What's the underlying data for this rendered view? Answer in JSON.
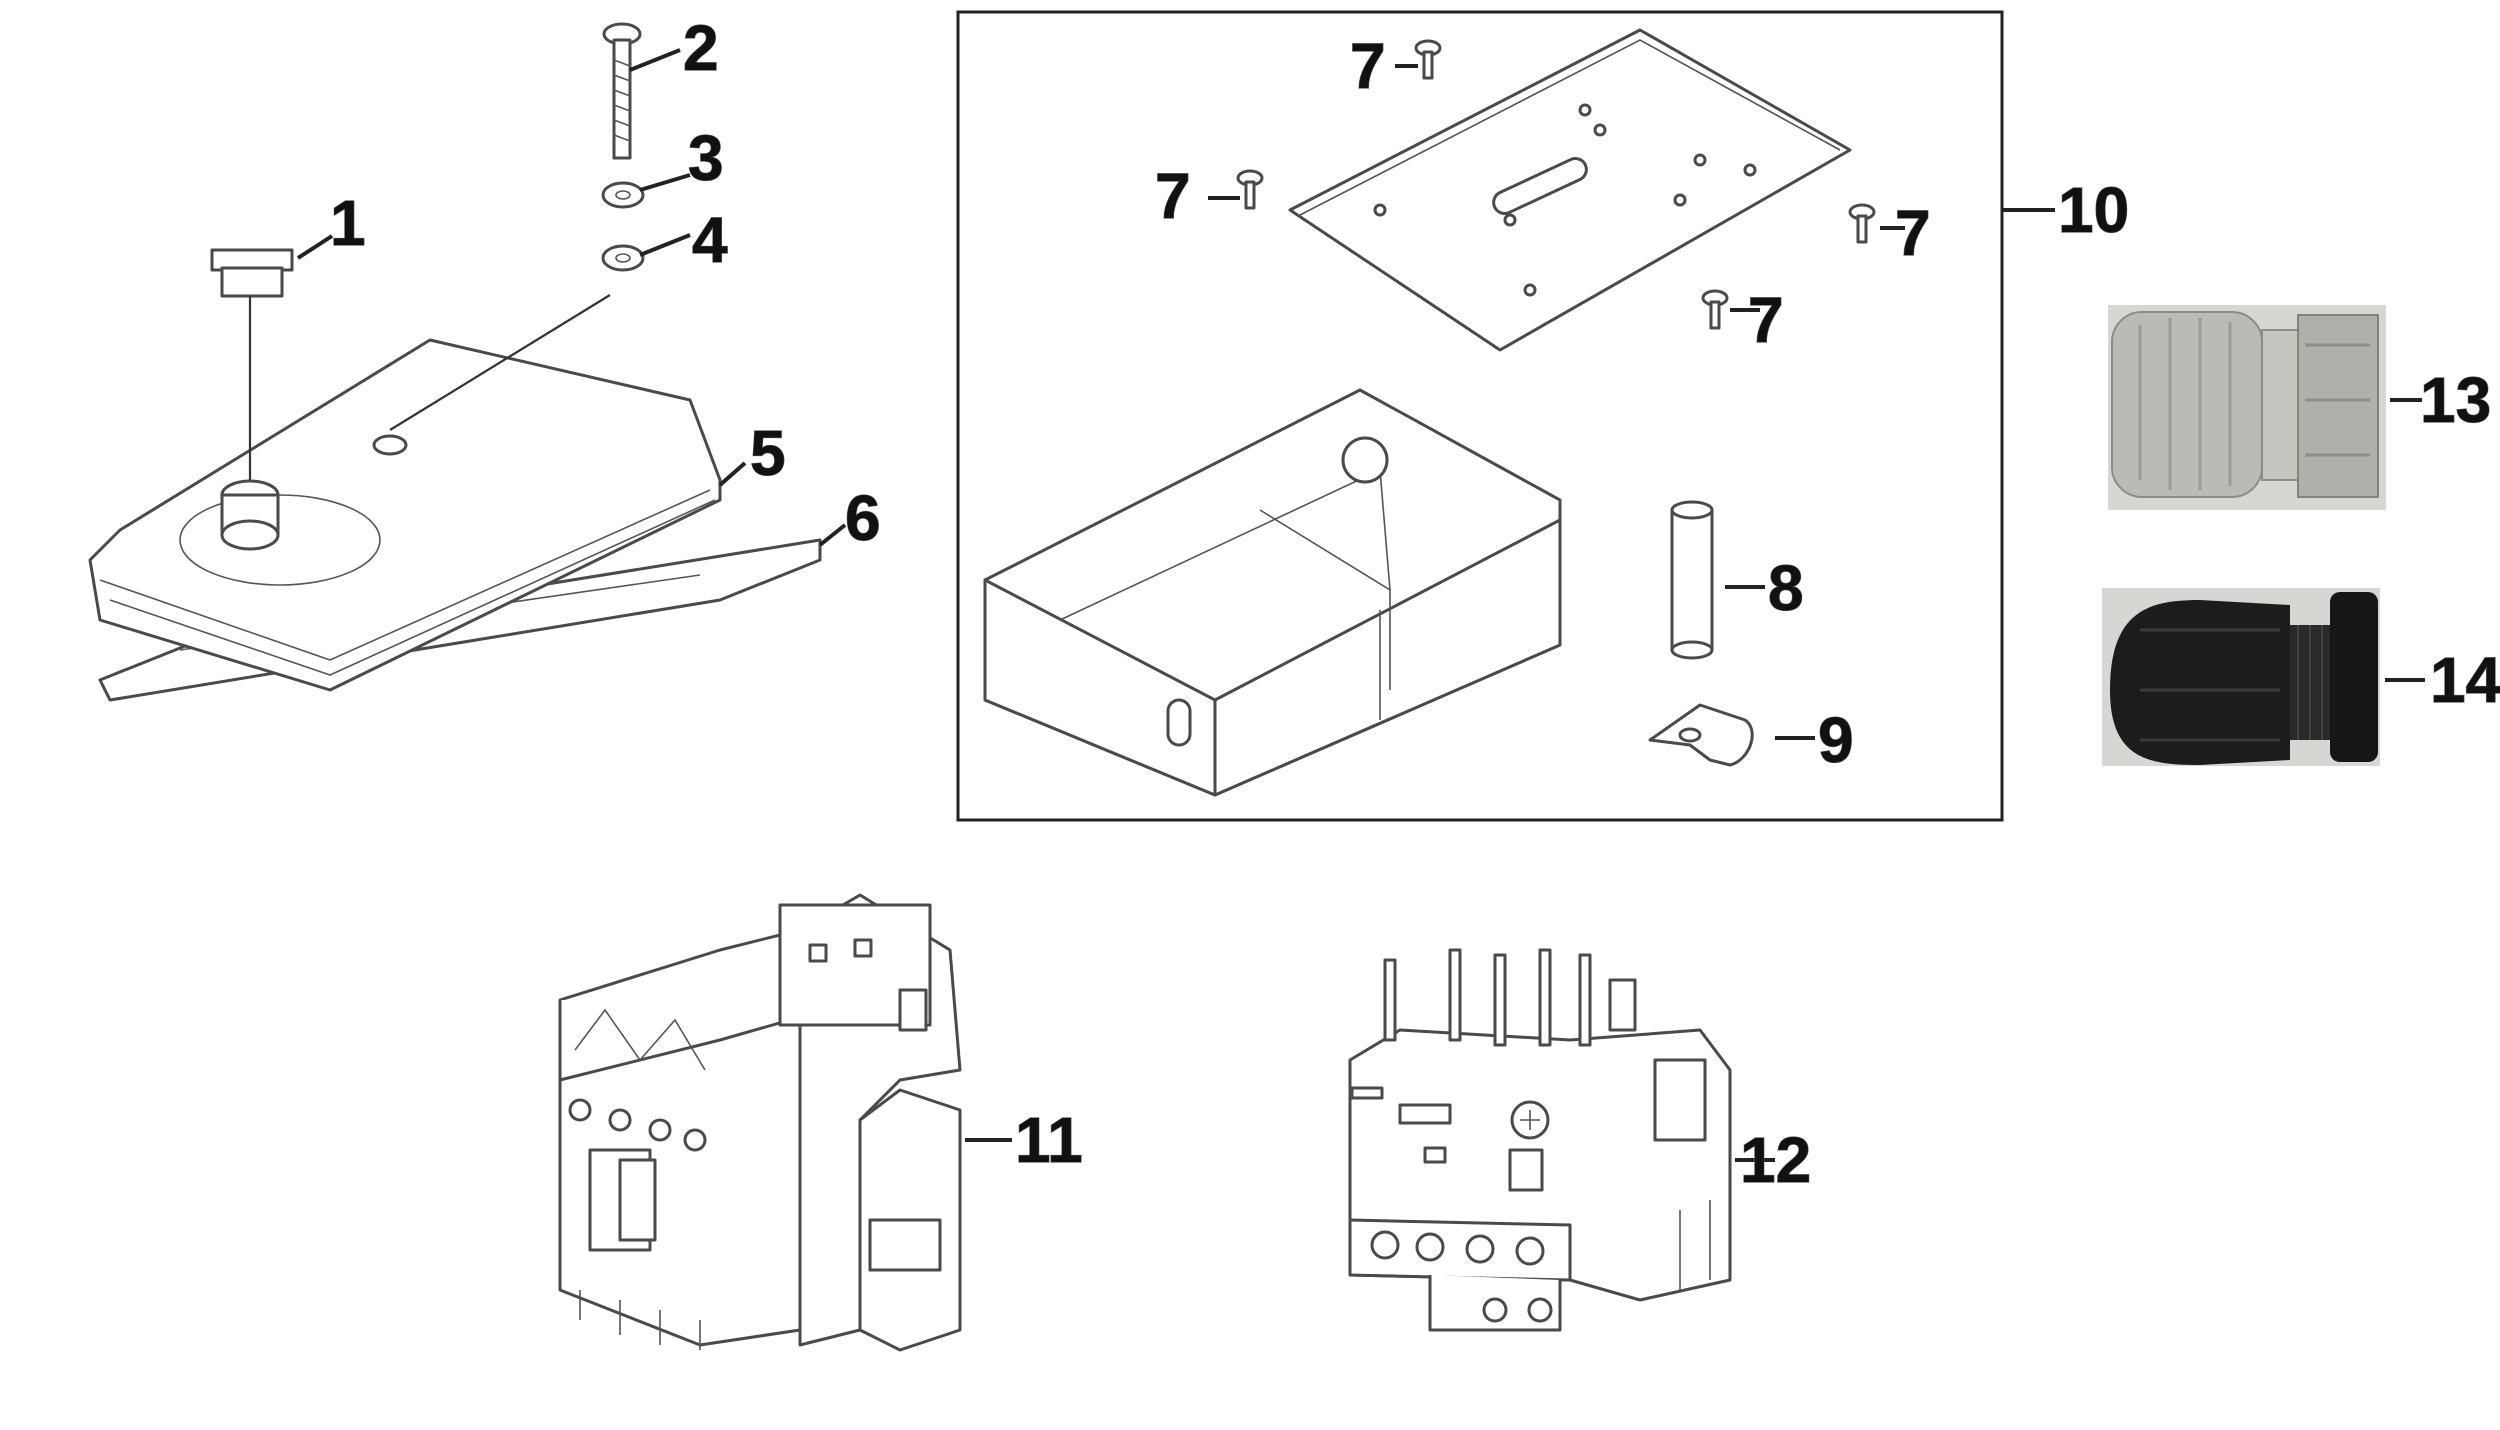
{
  "callouts": {
    "c1": "1",
    "c2": "2",
    "c3": "3",
    "c4": "4",
    "c5": "5",
    "c6": "6",
    "c7a": "7",
    "c7b": "7",
    "c7c": "7",
    "c7d": "7",
    "c8": "8",
    "c9": "9",
    "c10": "10",
    "c11": "11",
    "c12": "12",
    "c13": "13",
    "c14": "14"
  },
  "colors": {
    "line": "#333333",
    "gland_grey": "#b9bcb6",
    "gland_black": "#1c1c1c",
    "photo_bg": "#d6d6d2"
  }
}
